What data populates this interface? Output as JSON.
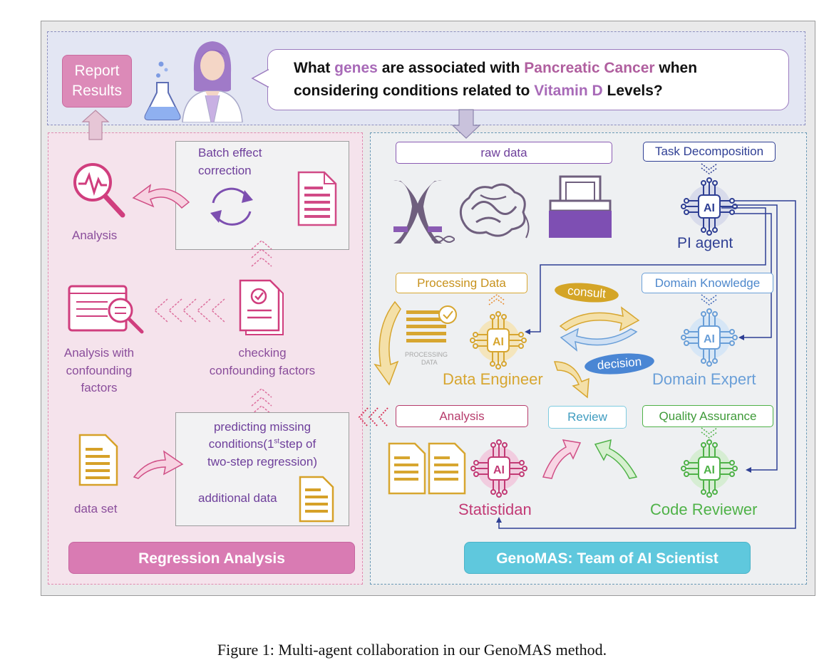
{
  "question": {
    "part1": "What ",
    "word_genes": "genes",
    "part2": " are associated with ",
    "word_disease": "Pancreatic Cancer",
    "part3": " when",
    "line2_part1": "considering conditions related to ",
    "word_vitamin": "Vitamin D",
    "line2_part2": " Levels?"
  },
  "report_results": {
    "line1": "Report",
    "line2": "Results"
  },
  "left_panel": {
    "batch_effect": {
      "line1": "Batch effect",
      "line2": "correction"
    },
    "analysis": "Analysis",
    "analysis_confounding": {
      "line1": "Analysis with",
      "line2": "confounding",
      "line3": "factors"
    },
    "checking_confounding": {
      "line1": "checking",
      "line2": "confounding factors"
    },
    "predicting": {
      "line1": "predicting missing",
      "line2_a": "conditions(1",
      "line2_sup": "st",
      "line2_b": "step of",
      "line3": "two-step regression)"
    },
    "additional_data": "additional data",
    "data_set": "data set",
    "footer": "Regression Analysis"
  },
  "right_panel": {
    "raw_data": "raw data",
    "task_decomposition": "Task Decomposition",
    "pi_agent": "PI agent",
    "processing_data": "Processing Data",
    "processing_doc_label": {
      "line1": "PROCESSING",
      "line2": "DATA"
    },
    "consult": "consult",
    "decision": "decision",
    "domain_knowledge": "Domain Knowledge",
    "data_engineer": "Data Engineer",
    "domain_expert": "Domain Expert",
    "analysis": "Analysis",
    "review": "Review",
    "quality_assurance": "Quality Assurance",
    "statistician": "Statistidan",
    "code_reviewer": "Code Reviewer",
    "ai_chip_label": "AI",
    "footer": "GenoMAS: Team of AI Scientist"
  },
  "caption": "Figure 1: Multi-agent collaboration in our GenoMAS method.",
  "colors": {
    "purple": "#8a5bb3",
    "pink": "#cd4a86",
    "magenta_text": "#b05f9f",
    "navy": "#2f3f94",
    "gold": "#d7a630",
    "light_blue": "#6a9fd8",
    "green": "#4fb248",
    "teal_footer": "#5fc8dd",
    "pink_footer": "#d97bb3"
  }
}
